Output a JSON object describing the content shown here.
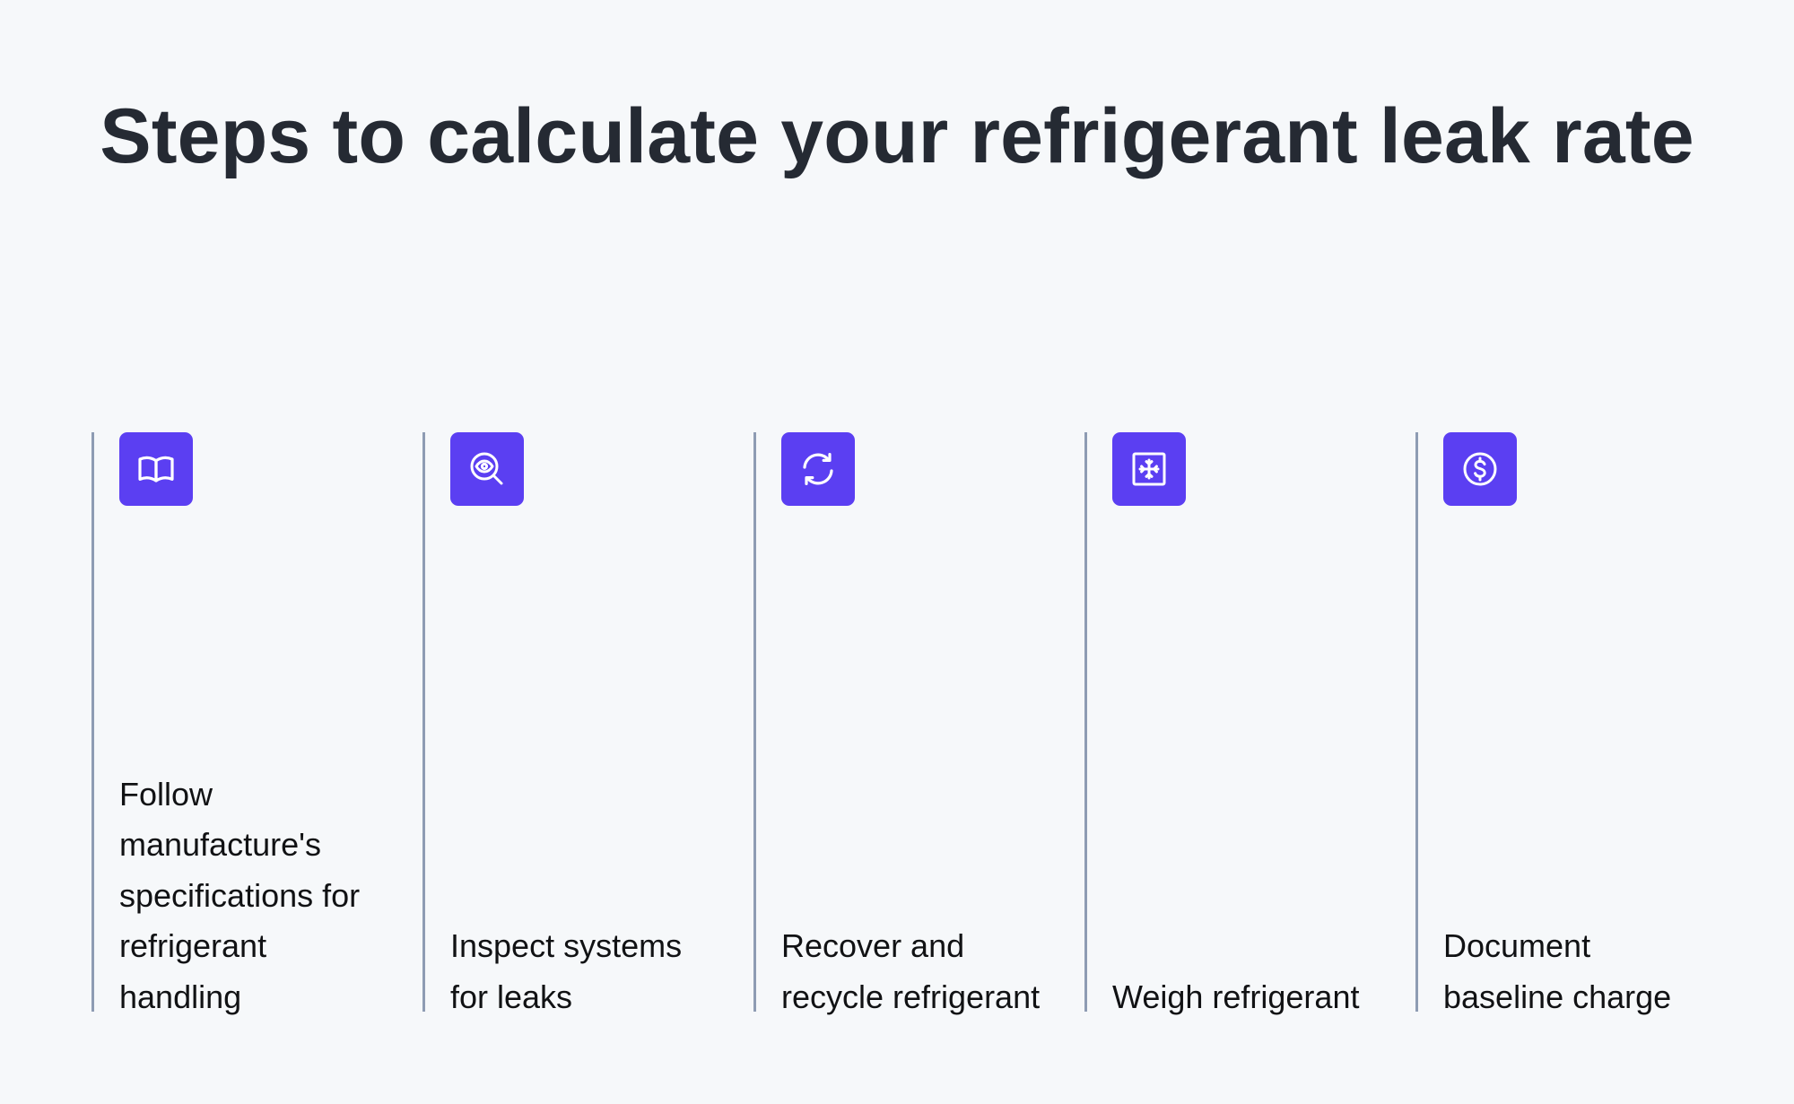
{
  "page": {
    "title": "Steps to calculate your refrigerant leak rate"
  },
  "colors": {
    "background": "#f6f8fa",
    "title": "#252a33",
    "accent": "#5b3ff2",
    "divider": "#8e9cb3",
    "text": "#111214"
  },
  "steps": [
    {
      "icon": "book-open-icon",
      "label": "Follow manufacture's specifications for refrigerant handling"
    },
    {
      "icon": "eye-search-icon",
      "label": "Inspect systems for leaks"
    },
    {
      "icon": "refresh-icon",
      "label": "Recover and recycle refrigerant"
    },
    {
      "icon": "snowflake-box-icon",
      "label": "Weigh refrigerant"
    },
    {
      "icon": "dollar-circle-icon",
      "label": "Document baseline charge"
    }
  ]
}
